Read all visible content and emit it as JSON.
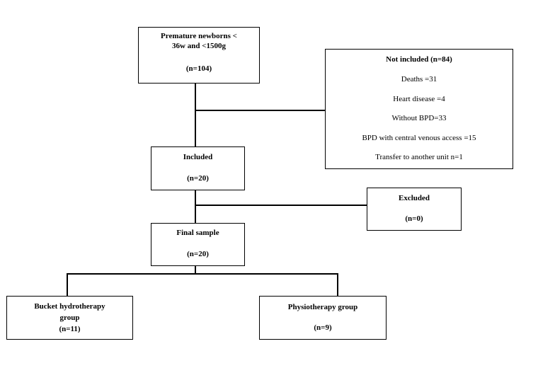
{
  "premature": {
    "line1": "Premature newborns <",
    "line2": "36w and <1500g",
    "count": "(n=104)"
  },
  "not_included": {
    "title": "Not included (n=84)",
    "items": [
      "Deaths =31",
      "Heart disease =4",
      "Without BPD=33",
      "BPD with central venous access =15",
      "Transfer to another unit  n=1"
    ]
  },
  "included": {
    "title": "Included",
    "count": "(n=20)"
  },
  "excluded": {
    "title": "Excluded",
    "count": "(n=0)"
  },
  "final_sample": {
    "title": "Final sample",
    "count": "(n=20)"
  },
  "bucket_group": {
    "line1": "Bucket hydrotherapy",
    "line2": "group",
    "count": "(n=11)"
  },
  "physio_group": {
    "title": "Physiotherapy group",
    "count": "(n=9)"
  }
}
